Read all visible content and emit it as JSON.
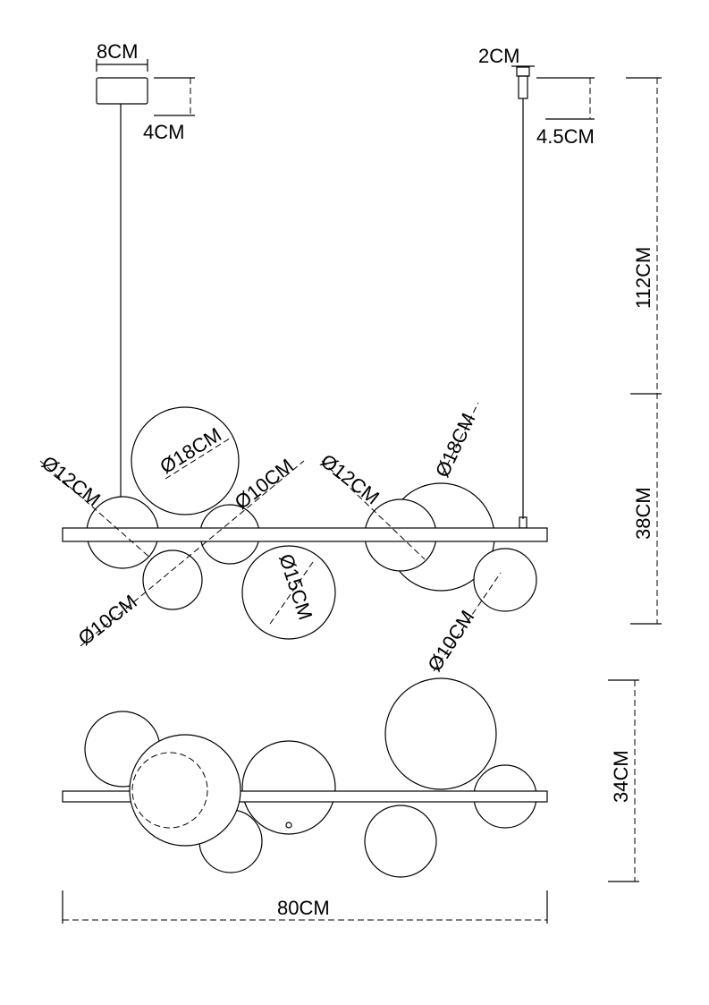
{
  "title": "Pendant lamp dimension drawing",
  "canopy": {
    "width": "8CM",
    "height": "4CM"
  },
  "connector": {
    "width": "2CM",
    "height": "4.5CM"
  },
  "heights": {
    "cable": "112CM",
    "fixture": "38CM",
    "top_view_depth": "34CM"
  },
  "length": "80CM",
  "globes": [
    {
      "label": "Ø18CM"
    },
    {
      "label": "Ø12CM"
    },
    {
      "label": "Ø10CM"
    },
    {
      "label": "Ø12CM"
    },
    {
      "label": "Ø18CM"
    },
    {
      "label": "Ø10CM"
    },
    {
      "label": "Ø15CM"
    },
    {
      "label": "Ø10CM"
    }
  ],
  "colors": {
    "line": "#000000",
    "background": "#ffffff"
  }
}
